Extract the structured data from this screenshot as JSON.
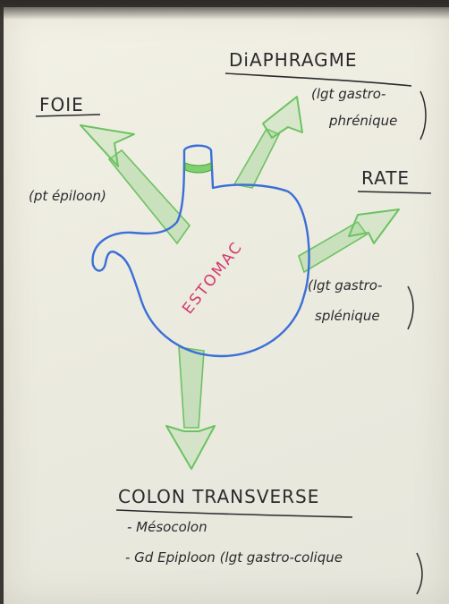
{
  "labels": {
    "foie": "FOIE",
    "diaphragme": "DiAPHRAGME",
    "rate": "RATE",
    "colon": "COLON TRANSVERSE",
    "estomac": "ESTOMAC"
  },
  "notes": {
    "foie_note": "(pt épiloon)",
    "diaphragme_note_1": "(lgt gastro-",
    "diaphragme_note_2": "phrénique",
    "rate_note_1": "(lgt gastro-",
    "rate_note_2": "splénique",
    "colon_item_1": "- Mésocolon",
    "colon_item_2": "- Gd Epiploon (lgt gastro-colique"
  },
  "colors": {
    "ink": "#2a2a2e",
    "stomach_outline": "#3a6fd8",
    "stomach_label": "#d2386b",
    "arrows": "#6cc262"
  }
}
